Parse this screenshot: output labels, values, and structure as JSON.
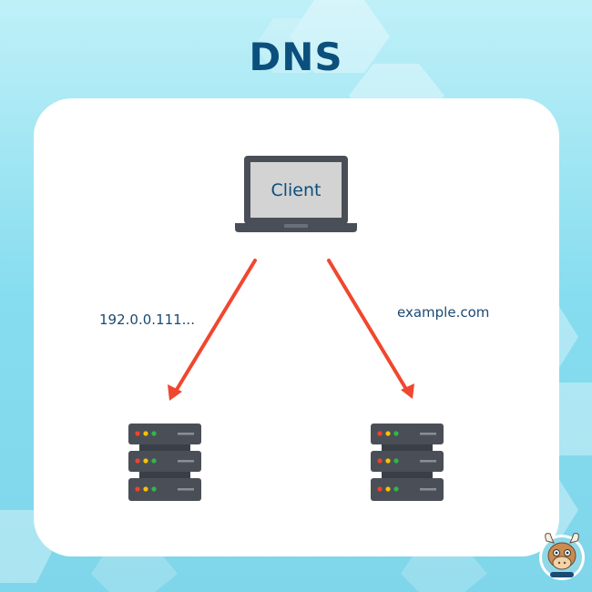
{
  "title": "DNS",
  "client_label": "Client",
  "left_label": "192.0.0.111...",
  "right_label": "example.com",
  "nodes": [
    {
      "id": "client",
      "type": "laptop",
      "label": "Client"
    },
    {
      "id": "server-left",
      "type": "server"
    },
    {
      "id": "server-right",
      "type": "server"
    }
  ],
  "edges": [
    {
      "from": "client",
      "to": "server-left",
      "label": "192.0.0.111..."
    },
    {
      "from": "client",
      "to": "server-right",
      "label": "example.com"
    }
  ],
  "colors": {
    "title": "#0b4f7c",
    "text": "#1a4a73",
    "arrow": "#f0472f",
    "device_dark": "#4a4f57",
    "screen": "#d3d3d3",
    "card": "#ffffff",
    "bg_light": "#d6f4fa",
    "bg_mid": "#7fd9ee",
    "led_red": "#f0432a",
    "led_yellow": "#f5c400",
    "led_green": "#2db84a"
  },
  "icons": [
    "laptop-icon",
    "server-icon",
    "mascot-logo"
  ]
}
